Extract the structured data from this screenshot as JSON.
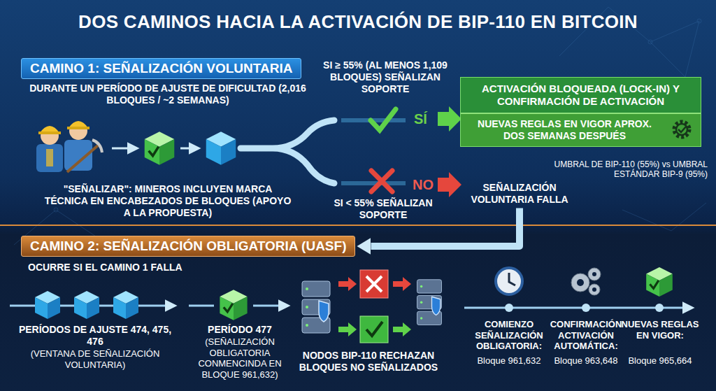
{
  "diagram": {
    "title": "DOS CAMINOS HACIA LA ACTIVACIÓN DE BIP-110 EN BITCOIN",
    "nodes": [
      {
        "text": [
          "CAMINO 1: SEÑALIZACIÓN VOLUNTARIA"
        ]
      },
      {
        "text": [
          "ACTIVACIÓN BLOQUEADA (LOCK-IN) Y CONFIRMACIÓN DE ACTIVACIÓN"
        ]
      },
      {
        "text": [
          "NUEVAS REGLAS EN VIGOR APROX. DOS SEMANAS DESPUÉS"
        ],
        "in": 1
      },
      {
        "text": [
          "SEÑALIZACIÓN VOLUNTARIA FALLA"
        ]
      },
      {
        "text": [
          "CAMINO 2: SEÑALIZACIÓN OBLIGATORIA (UASF)"
        ]
      }
    ],
    "edges": [
      {
        "from": 3,
        "to": 4,
        "arrow": "to"
      }
    ],
    "labels": [
      "DURANTE UN PERÍODO DE AJUSTE DE DIFICULTAD (2,016 BLOQUES / ~2 SEMANAS)",
      "\"SEÑALIZAR\": MINEROS INCLUYEN MARCA TÉCNICA EN ENCABEZADOS DE BLOQUES (APOYO A LA PROPUESTA)",
      "SI ≥ 55% (AL MENOS 1,109 BLOQUES) SEÑALIZAN SOPORTE",
      "SÍ",
      "SI < 55% SEÑALIZAN SOPORTE",
      "NO",
      "UMBRAL DE BIP-110 (55%) vs UMBRAL ESTÁNDAR BIP-9 (95%)",
      "OCURRE SI EL CAMINO 1 FALLA",
      "PERÍODOS DE AJUSTE 474, 475, 476",
      "(VENTANA DE SEÑALIZACIÓN VOLUNTARIA)",
      "PERÍODO 477",
      "(SEÑALIZACIÓN OBLIGATORIA CONMENCINDA EN BLOQUE 961,632)",
      "NODOS BIP-110 RECHAZAN BLOQUES NO SEÑALIZADOS",
      "COMIENZO SEÑALIZACIÓN OBLIGATORIA:",
      "Bloque 961,632",
      "CONFIRMACIÓN ACTIVACIÓN AUTOMÁTICA:",
      "Bloque 963,648",
      "NUEVAS REGLAS EN VIGOR:",
      "Bloque 965,664"
    ]
  }
}
